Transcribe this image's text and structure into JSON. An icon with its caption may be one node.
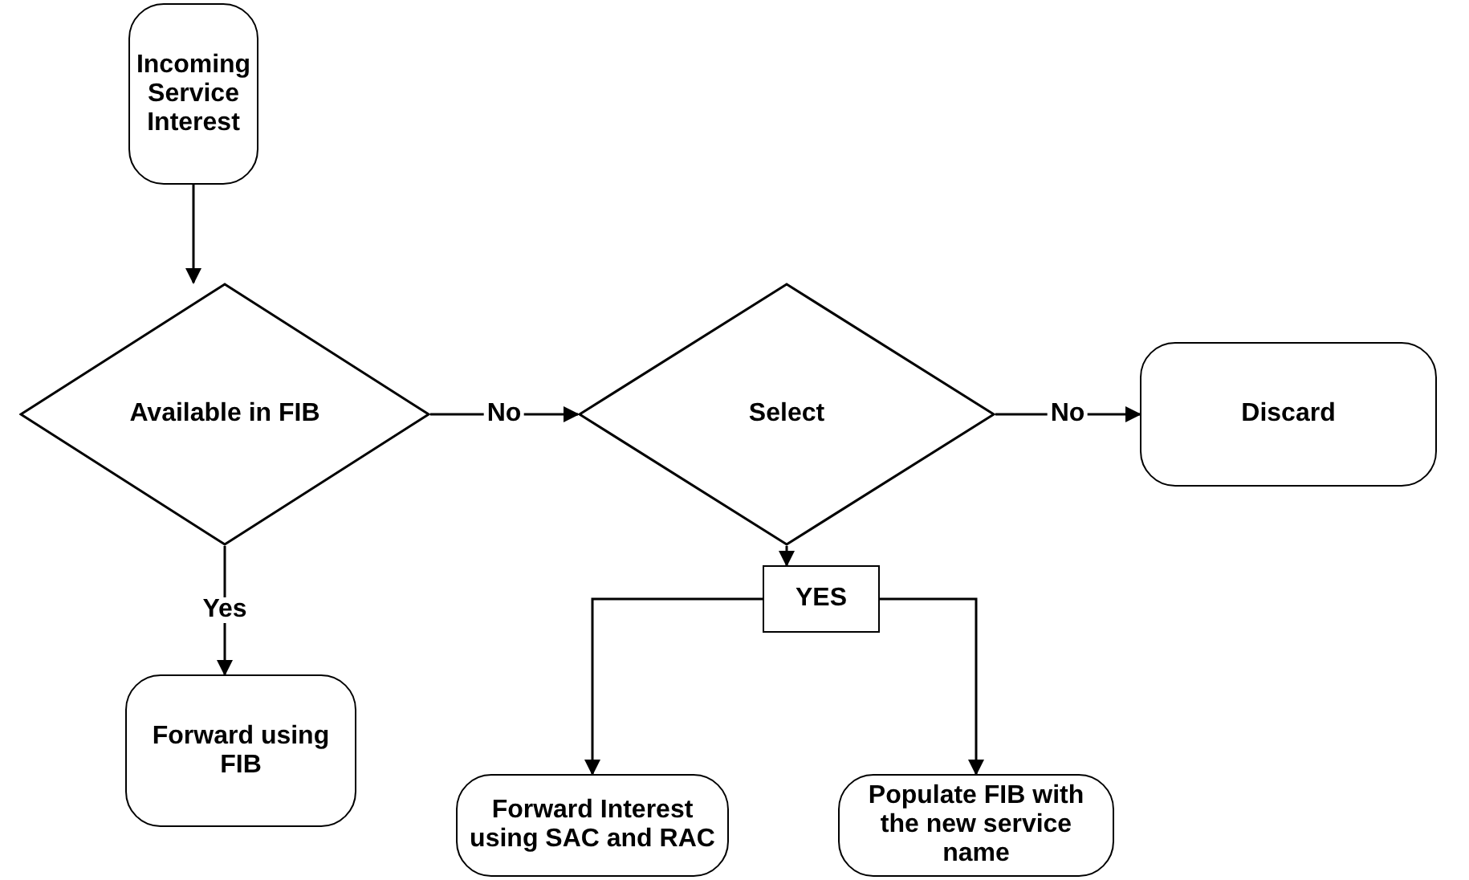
{
  "diagram": {
    "nodes": [
      {
        "text": [
          "Incoming Service Interest"
        ]
      },
      {
        "text": [
          "Available in FIB"
        ]
      },
      {
        "text": [
          "Select"
        ]
      },
      {
        "text": [
          "Discard"
        ]
      },
      {
        "text": [
          "YES"
        ]
      },
      {
        "text": [
          "Forward using FIB"
        ]
      },
      {
        "text": [
          "Forward Interest using SAC and RAC"
        ]
      },
      {
        "text": [
          "Populate FIB with the new service name"
        ]
      }
    ],
    "edges": [
      {
        "from": 0,
        "to": 1,
        "arrow": "to"
      },
      {
        "from": 1,
        "to": 2,
        "arrow": "to",
        "label": "No"
      },
      {
        "from": 2,
        "to": 3,
        "arrow": "to",
        "label": "No"
      },
      {
        "from": 1,
        "to": 5,
        "arrow": "to",
        "label": "Yes"
      },
      {
        "from": 2,
        "to": 4,
        "arrow": "to"
      },
      {
        "from": 4,
        "to": 6,
        "arrow": "to"
      },
      {
        "from": 4,
        "to": 7,
        "arrow": "to"
      }
    ]
  }
}
